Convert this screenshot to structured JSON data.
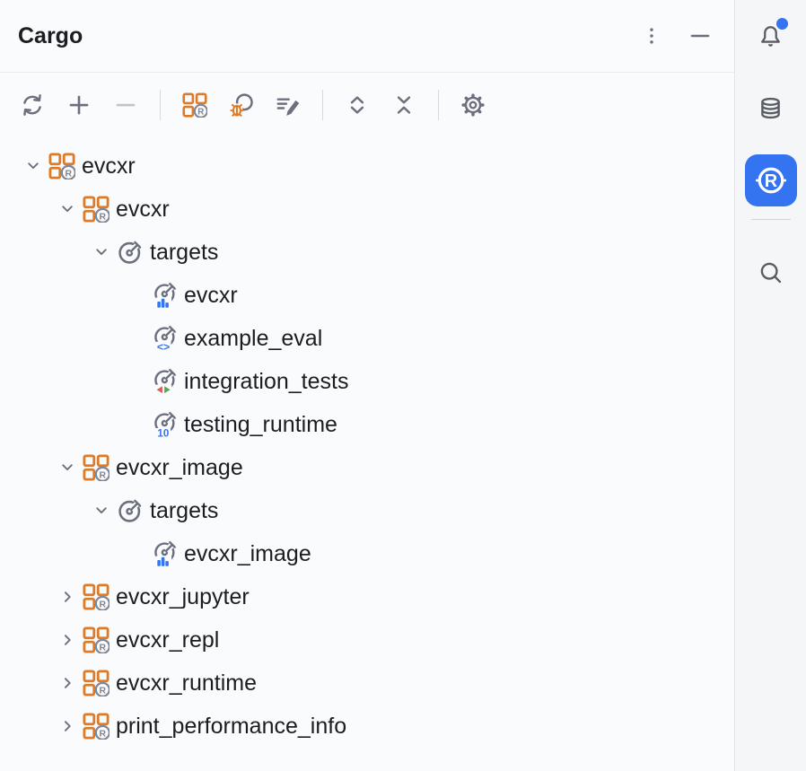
{
  "window": {
    "title": "Cargo"
  },
  "header": {
    "buttons": [
      {
        "name": "more-options",
        "icon": "kebab"
      },
      {
        "name": "hide-tool-window",
        "icon": "minimize"
      }
    ]
  },
  "toolbar": {
    "items": [
      {
        "type": "button",
        "name": "refresh-cargo-projects",
        "icon": "refresh"
      },
      {
        "type": "button",
        "name": "attach-cargo-project",
        "icon": "plus"
      },
      {
        "type": "button",
        "name": "detach-cargo-project",
        "icon": "minus",
        "disabled": true
      },
      {
        "type": "separator"
      },
      {
        "type": "button",
        "name": "run-cargo-command",
        "icon": "cargo-package"
      },
      {
        "type": "button",
        "name": "run-clippy",
        "icon": "bug-search"
      },
      {
        "type": "button",
        "name": "edit-cargo-toml",
        "icon": "edit-manifest"
      },
      {
        "type": "separator"
      },
      {
        "type": "button",
        "name": "expand-all",
        "icon": "expand-all"
      },
      {
        "type": "button",
        "name": "collapse-all",
        "icon": "collapse-all"
      },
      {
        "type": "separator"
      },
      {
        "type": "button",
        "name": "settings",
        "icon": "gear"
      }
    ]
  },
  "tree": {
    "rows": [
      {
        "level": 0,
        "state": "expanded",
        "icon": "cargo-package",
        "label": "evcxr"
      },
      {
        "level": 1,
        "state": "expanded",
        "icon": "cargo-package",
        "label": "evcxr"
      },
      {
        "level": 2,
        "state": "expanded",
        "icon": "targets",
        "label": "targets"
      },
      {
        "level": 3,
        "state": "none",
        "icon": "target-bin",
        "label": "evcxr"
      },
      {
        "level": 3,
        "state": "none",
        "icon": "target-example",
        "label": "example_eval"
      },
      {
        "level": 3,
        "state": "none",
        "icon": "target-test",
        "label": "integration_tests"
      },
      {
        "level": 3,
        "state": "none",
        "icon": "target-bench",
        "label": "testing_runtime"
      },
      {
        "level": 1,
        "state": "expanded",
        "icon": "cargo-package",
        "label": "evcxr_image"
      },
      {
        "level": 2,
        "state": "expanded",
        "icon": "targets",
        "label": "targets"
      },
      {
        "level": 3,
        "state": "none",
        "icon": "target-bin",
        "label": "evcxr_image"
      },
      {
        "level": 1,
        "state": "collapsed",
        "icon": "cargo-package",
        "label": "evcxr_jupyter"
      },
      {
        "level": 1,
        "state": "collapsed",
        "icon": "cargo-package",
        "label": "evcxr_repl"
      },
      {
        "level": 1,
        "state": "collapsed",
        "icon": "cargo-package",
        "label": "evcxr_runtime"
      },
      {
        "level": 1,
        "state": "collapsed",
        "icon": "cargo-package",
        "label": "print_performance_info"
      }
    ]
  },
  "sidebar": {
    "items": [
      {
        "type": "button",
        "name": "notifications",
        "icon": "bell",
        "badge": true
      },
      {
        "type": "button",
        "name": "database-tool-window",
        "icon": "database"
      },
      {
        "type": "button",
        "name": "cargo-tool-window",
        "icon": "rust-logo",
        "active": true
      },
      {
        "type": "separator"
      },
      {
        "type": "button",
        "name": "search",
        "icon": "search"
      }
    ]
  },
  "colors": {
    "accent_blue": "#3574F0",
    "cargo_orange": "#DF7B27",
    "icon_gray": "#6C707E",
    "test_red": "#DB5C5C",
    "test_green": "#57A64A",
    "text": "#1B1D22"
  }
}
